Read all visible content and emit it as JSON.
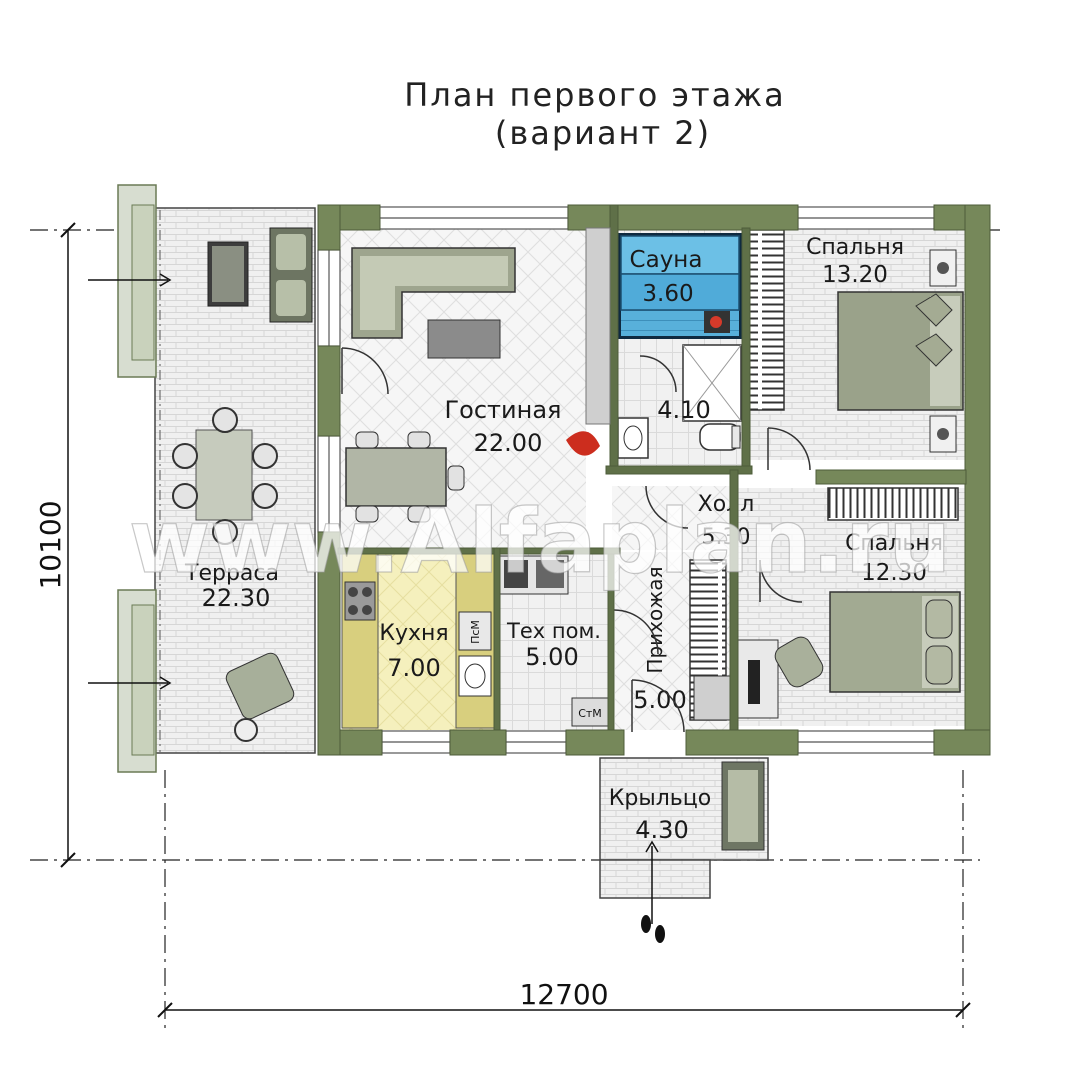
{
  "title": {
    "line1": "План первого этажа",
    "line2": "(вариант 2)"
  },
  "rooms": {
    "living": {
      "name": "Гостиная",
      "area": "22.00"
    },
    "sauna": {
      "name": "Сауна",
      "area": "3.60"
    },
    "bathroom": {
      "name": "",
      "area": "4.10"
    },
    "bedroom1": {
      "name": "Спальня",
      "area": "13.20"
    },
    "bedroom2": {
      "name": "Спальня",
      "area": "12.30"
    },
    "hall": {
      "name": "Холл",
      "area": "5.30"
    },
    "kitchen": {
      "name": "Кухня",
      "area": "7.00"
    },
    "tech": {
      "name": "Тех пом.",
      "area": "5.00"
    },
    "entry": {
      "name": "Прихожая",
      "area": "5.00"
    },
    "terrace": {
      "name": "Терраса",
      "area": "22.30"
    },
    "porch": {
      "name": "Крыльцо",
      "area": "4.30"
    }
  },
  "appliance_labels": {
    "dishwasher": "ПсМ",
    "washer": "СтМ"
  },
  "dimensions": {
    "width": "12700",
    "height": "10100"
  },
  "watermark": "www.Alfaplan.ru",
  "colors": {
    "wall": "#76885a",
    "wall_dark": "#5f7048",
    "sauna_blue": "#4fa6d3",
    "floor_tile": "#ededed",
    "kitchen_floor": "#f4efb8",
    "terrace_floor": "#ebebeb"
  }
}
